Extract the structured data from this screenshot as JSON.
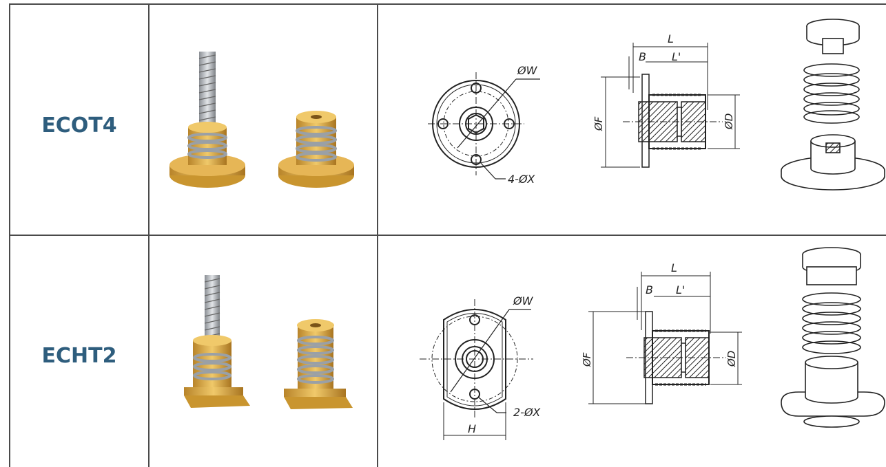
{
  "rows": [
    {
      "model": "ECOT4",
      "front_labels": {
        "bolt_circle": "ØW",
        "holes": "4-ØX"
      },
      "section_labels": {
        "length": "L",
        "flange": "B",
        "thread_length": "L'",
        "flange_dia": "ØF",
        "body_dia": "ØD"
      }
    },
    {
      "model": "ECHT2",
      "front_labels": {
        "bolt_circle": "ØW",
        "holes": "2-ØX",
        "width": "H"
      },
      "section_labels": {
        "length": "L",
        "flange": "B",
        "thread_length": "L'",
        "flange_dia": "ØF",
        "body_dia": "ØD"
      }
    }
  ],
  "colors": {
    "model_text": "#2e5d7d",
    "brass": "#d9a441",
    "spring": "#b8bcc2",
    "line": "#4a4a4a"
  }
}
